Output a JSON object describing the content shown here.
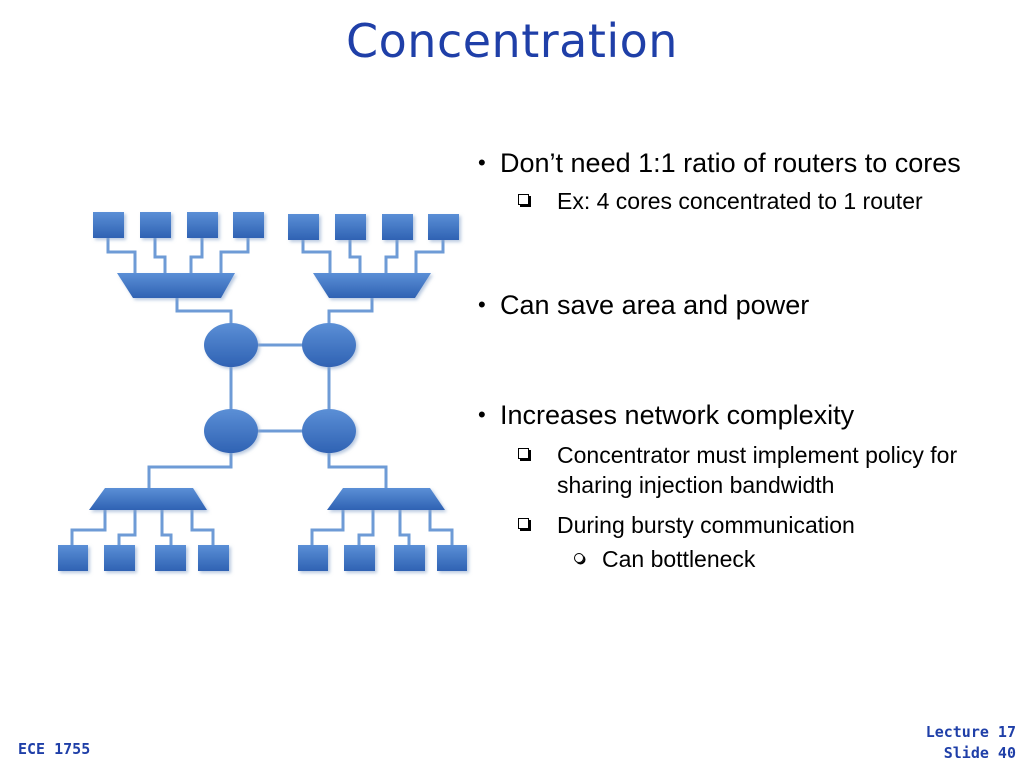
{
  "slide": {
    "title": "Concentration",
    "footer_left": "ECE 1755",
    "footer_right_line1": "Lecture 17",
    "footer_right_line2": "Slide 40"
  },
  "bullets": [
    {
      "text": "Don’t need 1:1 ratio of routers to cores",
      "sub": [
        {
          "text": "Ex: 4 cores concentrated to 1 router"
        }
      ]
    },
    {
      "text": "Can save area and power",
      "sub": []
    },
    {
      "text": "Increases network complexity",
      "sub": [
        {
          "text": "Concentrator must implement policy for sharing injection bandwidth"
        },
        {
          "text": "During bursty communication",
          "sub": [
            {
              "text": "Can bottleneck"
            }
          ]
        }
      ]
    }
  ],
  "colors": {
    "title": "#1f3fa8",
    "node_fill": "#3f74c4",
    "wire": "#6e9bd6"
  }
}
